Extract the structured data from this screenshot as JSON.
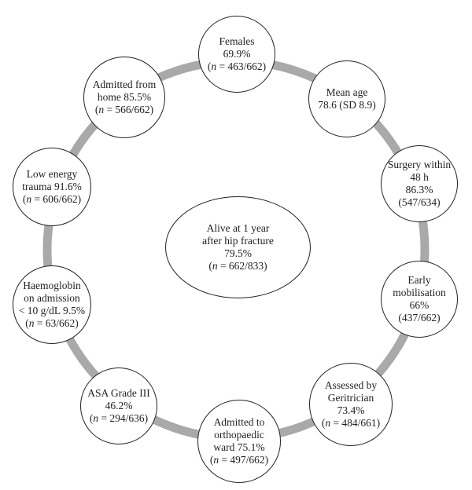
{
  "diagram": {
    "ring_color": "#a9a9a9",
    "center": {
      "lines": [
        "Alive at 1 year",
        "after hip fracture",
        "79.5%"
      ],
      "n_label": "n",
      "n_value": " = 662/833)"
    },
    "nodes": [
      {
        "key": "females",
        "lines": [
          "Females",
          "69.9%"
        ],
        "n_label": "n",
        "n_value": " = 463/662)"
      },
      {
        "key": "mean_age",
        "lines": [
          "Mean age",
          "78.6 (SD 8.9)"
        ]
      },
      {
        "key": "surgery",
        "lines": [
          "Surgery within",
          "48 h",
          "86.3%",
          "(547/634)"
        ]
      },
      {
        "key": "mobilisation",
        "lines": [
          "Early",
          "mobilisation",
          "66%",
          "(437/662)"
        ]
      },
      {
        "key": "geritrician",
        "lines": [
          "Assessed by",
          "Geritrician",
          "73.4%"
        ],
        "n_label": "n",
        "n_value": " = 484/661)"
      },
      {
        "key": "ward",
        "lines": [
          "Admitted to",
          "orthopaedic",
          "ward 75.1%"
        ],
        "n_label": "n",
        "n_value": " = 497/662)"
      },
      {
        "key": "asa",
        "lines": [
          "ASA Grade III",
          "46.2%"
        ],
        "n_label": "n",
        "n_value": " = 294/636)"
      },
      {
        "key": "haemoglobin",
        "lines": [
          "Haemoglobin",
          "on admission",
          "< 10 g/dL 9.5%"
        ],
        "n_label": "n",
        "n_value": " = 63/662)"
      },
      {
        "key": "low_energy",
        "lines": [
          "Low energy",
          "trauma 91.6%"
        ],
        "n_label": "n",
        "n_value": " = 606/662)"
      },
      {
        "key": "home",
        "lines": [
          "Admitted from",
          "home 85.5%"
        ],
        "n_label": "n",
        "n_value": " = 566/662)"
      }
    ]
  }
}
